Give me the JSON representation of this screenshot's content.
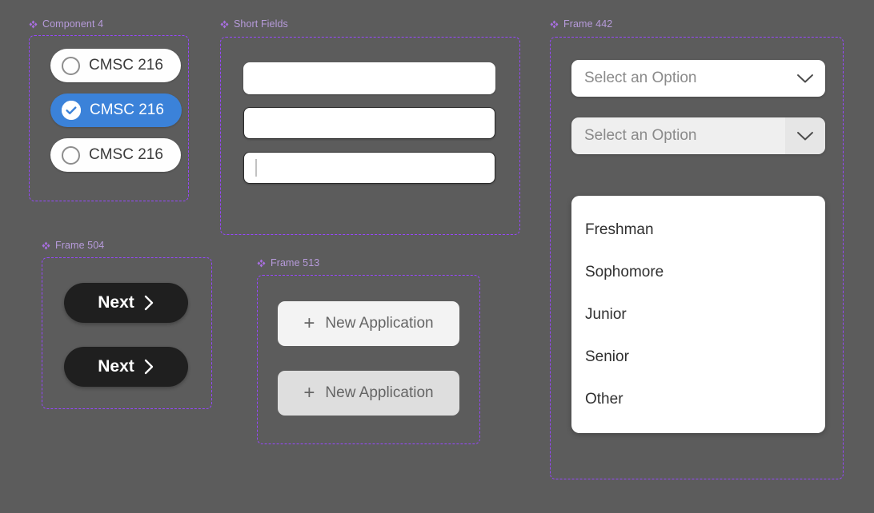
{
  "theme": {
    "canvas_bg": "#5c5c5c",
    "frame_border": "#9747ff",
    "frame_label_color": "#b79bdb",
    "accent_blue": "#3b82d9",
    "button_dark": "#1f1f1f"
  },
  "frames": {
    "component4": {
      "label": "Component 4",
      "icon": "component-diamond-icon",
      "options": [
        {
          "label": "CMSC 216",
          "selected": false,
          "icon": "radio-empty-icon"
        },
        {
          "label": "CMSC 216",
          "selected": true,
          "icon": "radio-checked-icon"
        },
        {
          "label": "CMSC 216",
          "selected": false,
          "icon": "radio-empty-icon"
        }
      ]
    },
    "short_fields": {
      "label": "Short Fields",
      "icon": "component-diamond-icon",
      "fields": [
        {
          "value": "",
          "placeholder": "",
          "bordered": false,
          "focused": false
        },
        {
          "value": "",
          "placeholder": "",
          "bordered": true,
          "focused": false
        },
        {
          "value": "",
          "placeholder": "",
          "bordered": true,
          "focused": true
        }
      ]
    },
    "frame504": {
      "label": "Frame 504",
      "icon": "component-diamond-icon",
      "buttons": [
        {
          "label": "Next",
          "icon": "chevron-right-icon",
          "state": "default"
        },
        {
          "label": "Next",
          "icon": "chevron-right-icon",
          "state": "hover"
        }
      ]
    },
    "frame513": {
      "label": "Frame 513",
      "icon": "component-diamond-icon",
      "buttons": [
        {
          "label": "New Application",
          "icon": "plus-icon",
          "state": "default"
        },
        {
          "label": "New Application",
          "icon": "plus-icon",
          "state": "hover"
        }
      ]
    },
    "frame442": {
      "label": "Frame 442",
      "icon": "component-diamond-icon",
      "dropdowns": [
        {
          "placeholder": "Select an Option",
          "value": "Select an Option",
          "icon": "chevron-down-icon",
          "state": "default"
        },
        {
          "placeholder": "Select an Option",
          "value": "Select an Option",
          "icon": "chevron-down-icon",
          "state": "hover"
        }
      ],
      "option_list": [
        "Freshman",
        "Sophomore",
        "Junior",
        "Senior",
        "Other"
      ]
    }
  }
}
